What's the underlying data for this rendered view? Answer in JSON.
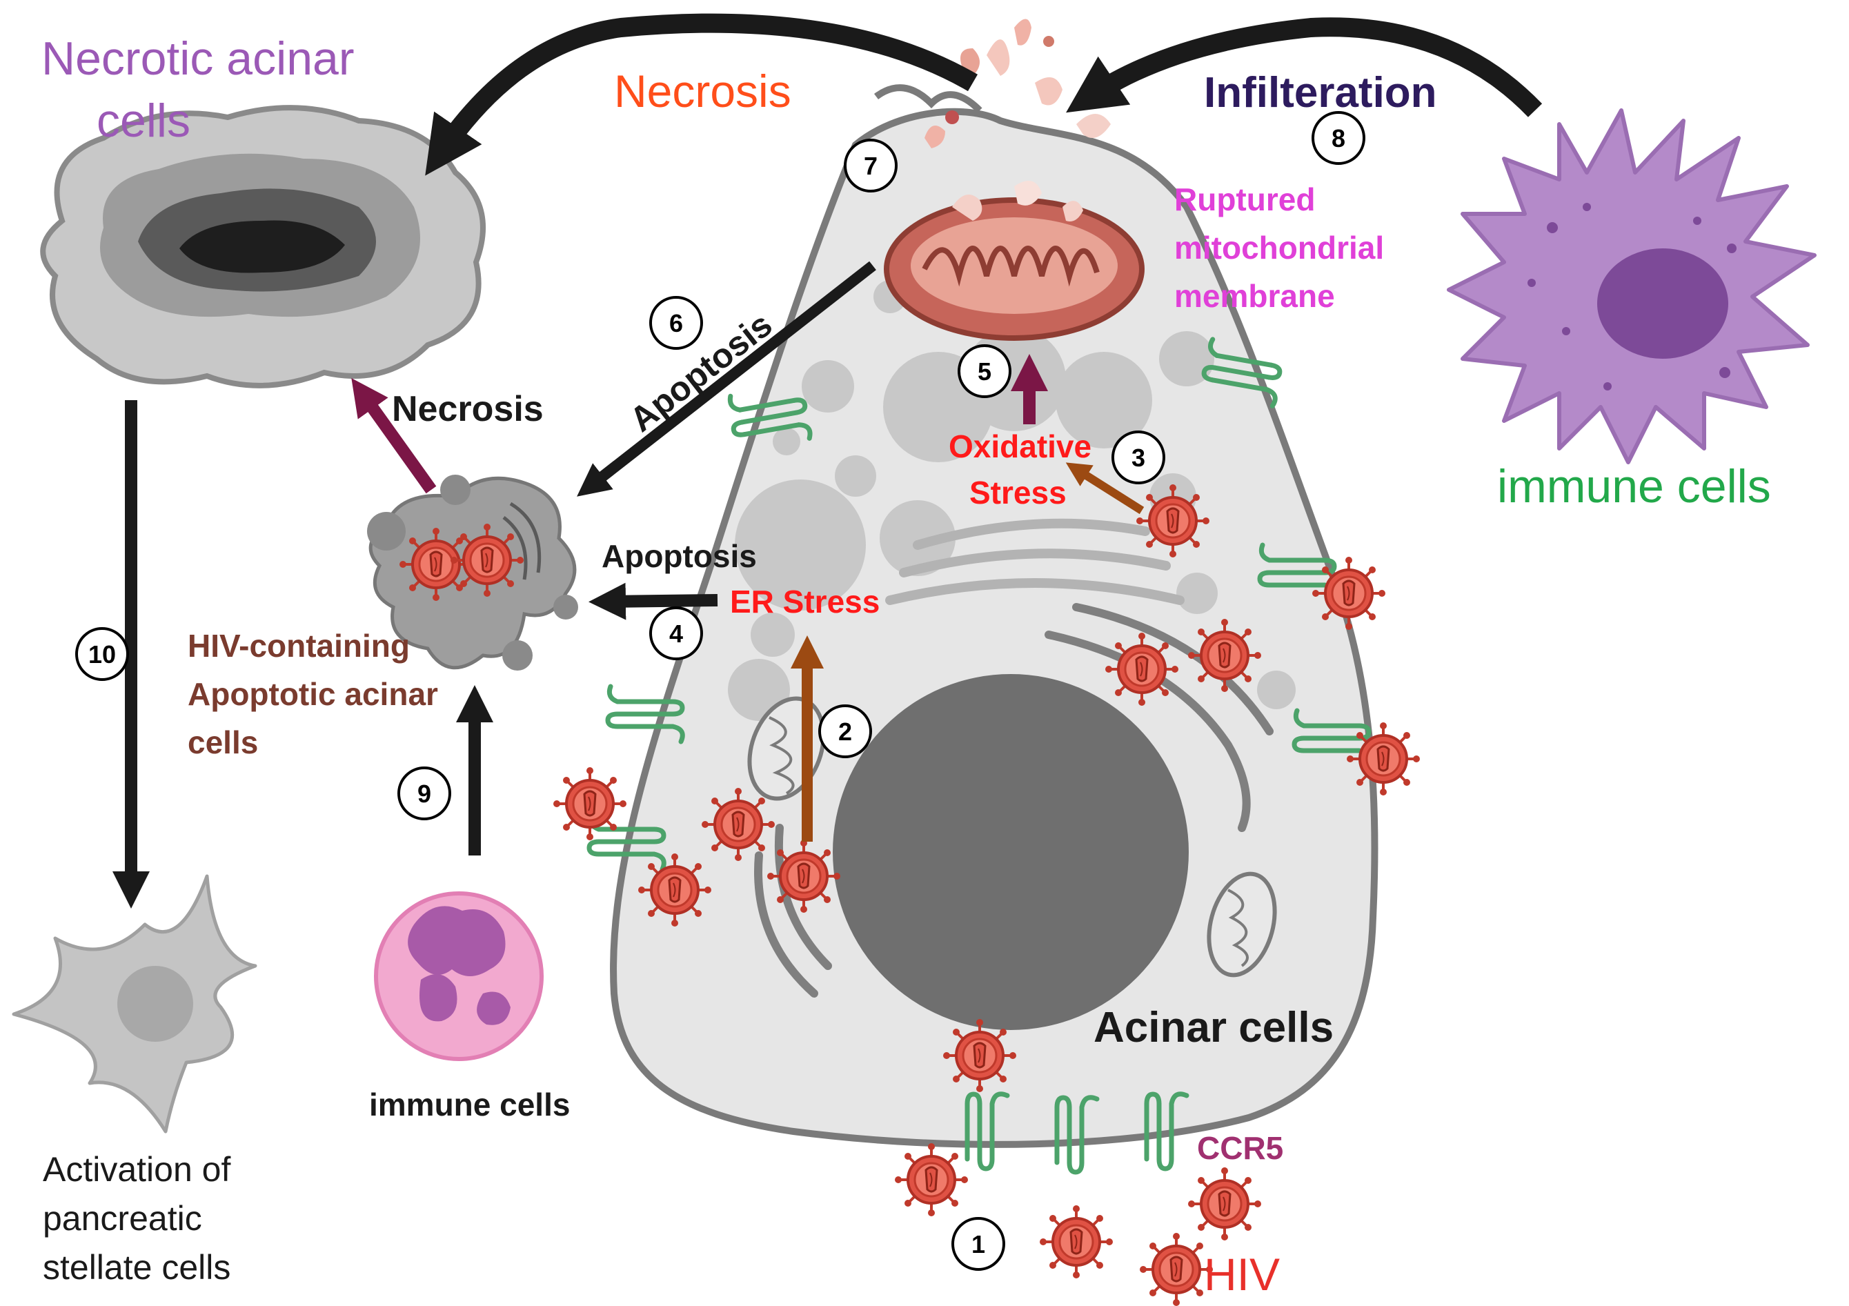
{
  "labels": {
    "necrotic_acinar": [
      "Necrotic acinar",
      "cells"
    ],
    "necrosis_top": "Necrosis",
    "infilteration": "Infilteration",
    "ruptured_mito": [
      "Ruptured",
      "mitochondrial",
      "membrane"
    ],
    "immune_cells_right": "immune cells",
    "apoptosis_diag": "Apoptosis",
    "necrosis_mid": "Necrosis",
    "oxidative_stress": [
      "Oxidative",
      "Stress"
    ],
    "apoptosis_horiz": "Apoptosis",
    "er_stress": "ER Stress",
    "hiv_apoptotic": [
      "HIV-containing",
      "Apoptotic acinar",
      "cells"
    ],
    "immune_cells_bottom": "immune cells",
    "acinar_cells": "Acinar cells",
    "ccr5": "CCR5",
    "hiv": "HIV",
    "stellate": [
      "Activation of",
      "pancreatic",
      "stellate cells"
    ]
  },
  "steps": [
    "1",
    "2",
    "3",
    "4",
    "5",
    "6",
    "7",
    "8",
    "9",
    "10"
  ],
  "colors": {
    "necrotic_label": "#9b59b6",
    "necrosis_top": "#ff4e1a",
    "infilteration": "#2d1b5e",
    "ruptured": "#e040d8",
    "immune_right": "#22a84a",
    "red_label": "#ff1a1a",
    "hiv_apoptotic": "#7a3b2e",
    "ccr5": "#a03070",
    "hiv": "#e8302a",
    "brown_arrow": "#9c4a12",
    "maroon_arrow": "#7b1646",
    "cell_fill": "#e6e6e6",
    "nucleus": "#6f6f6f",
    "receptor": "#4ca36a",
    "virus": "#e05244",
    "immune_purple": "#b48ac9",
    "neutrophil": "#f2a9cf"
  }
}
